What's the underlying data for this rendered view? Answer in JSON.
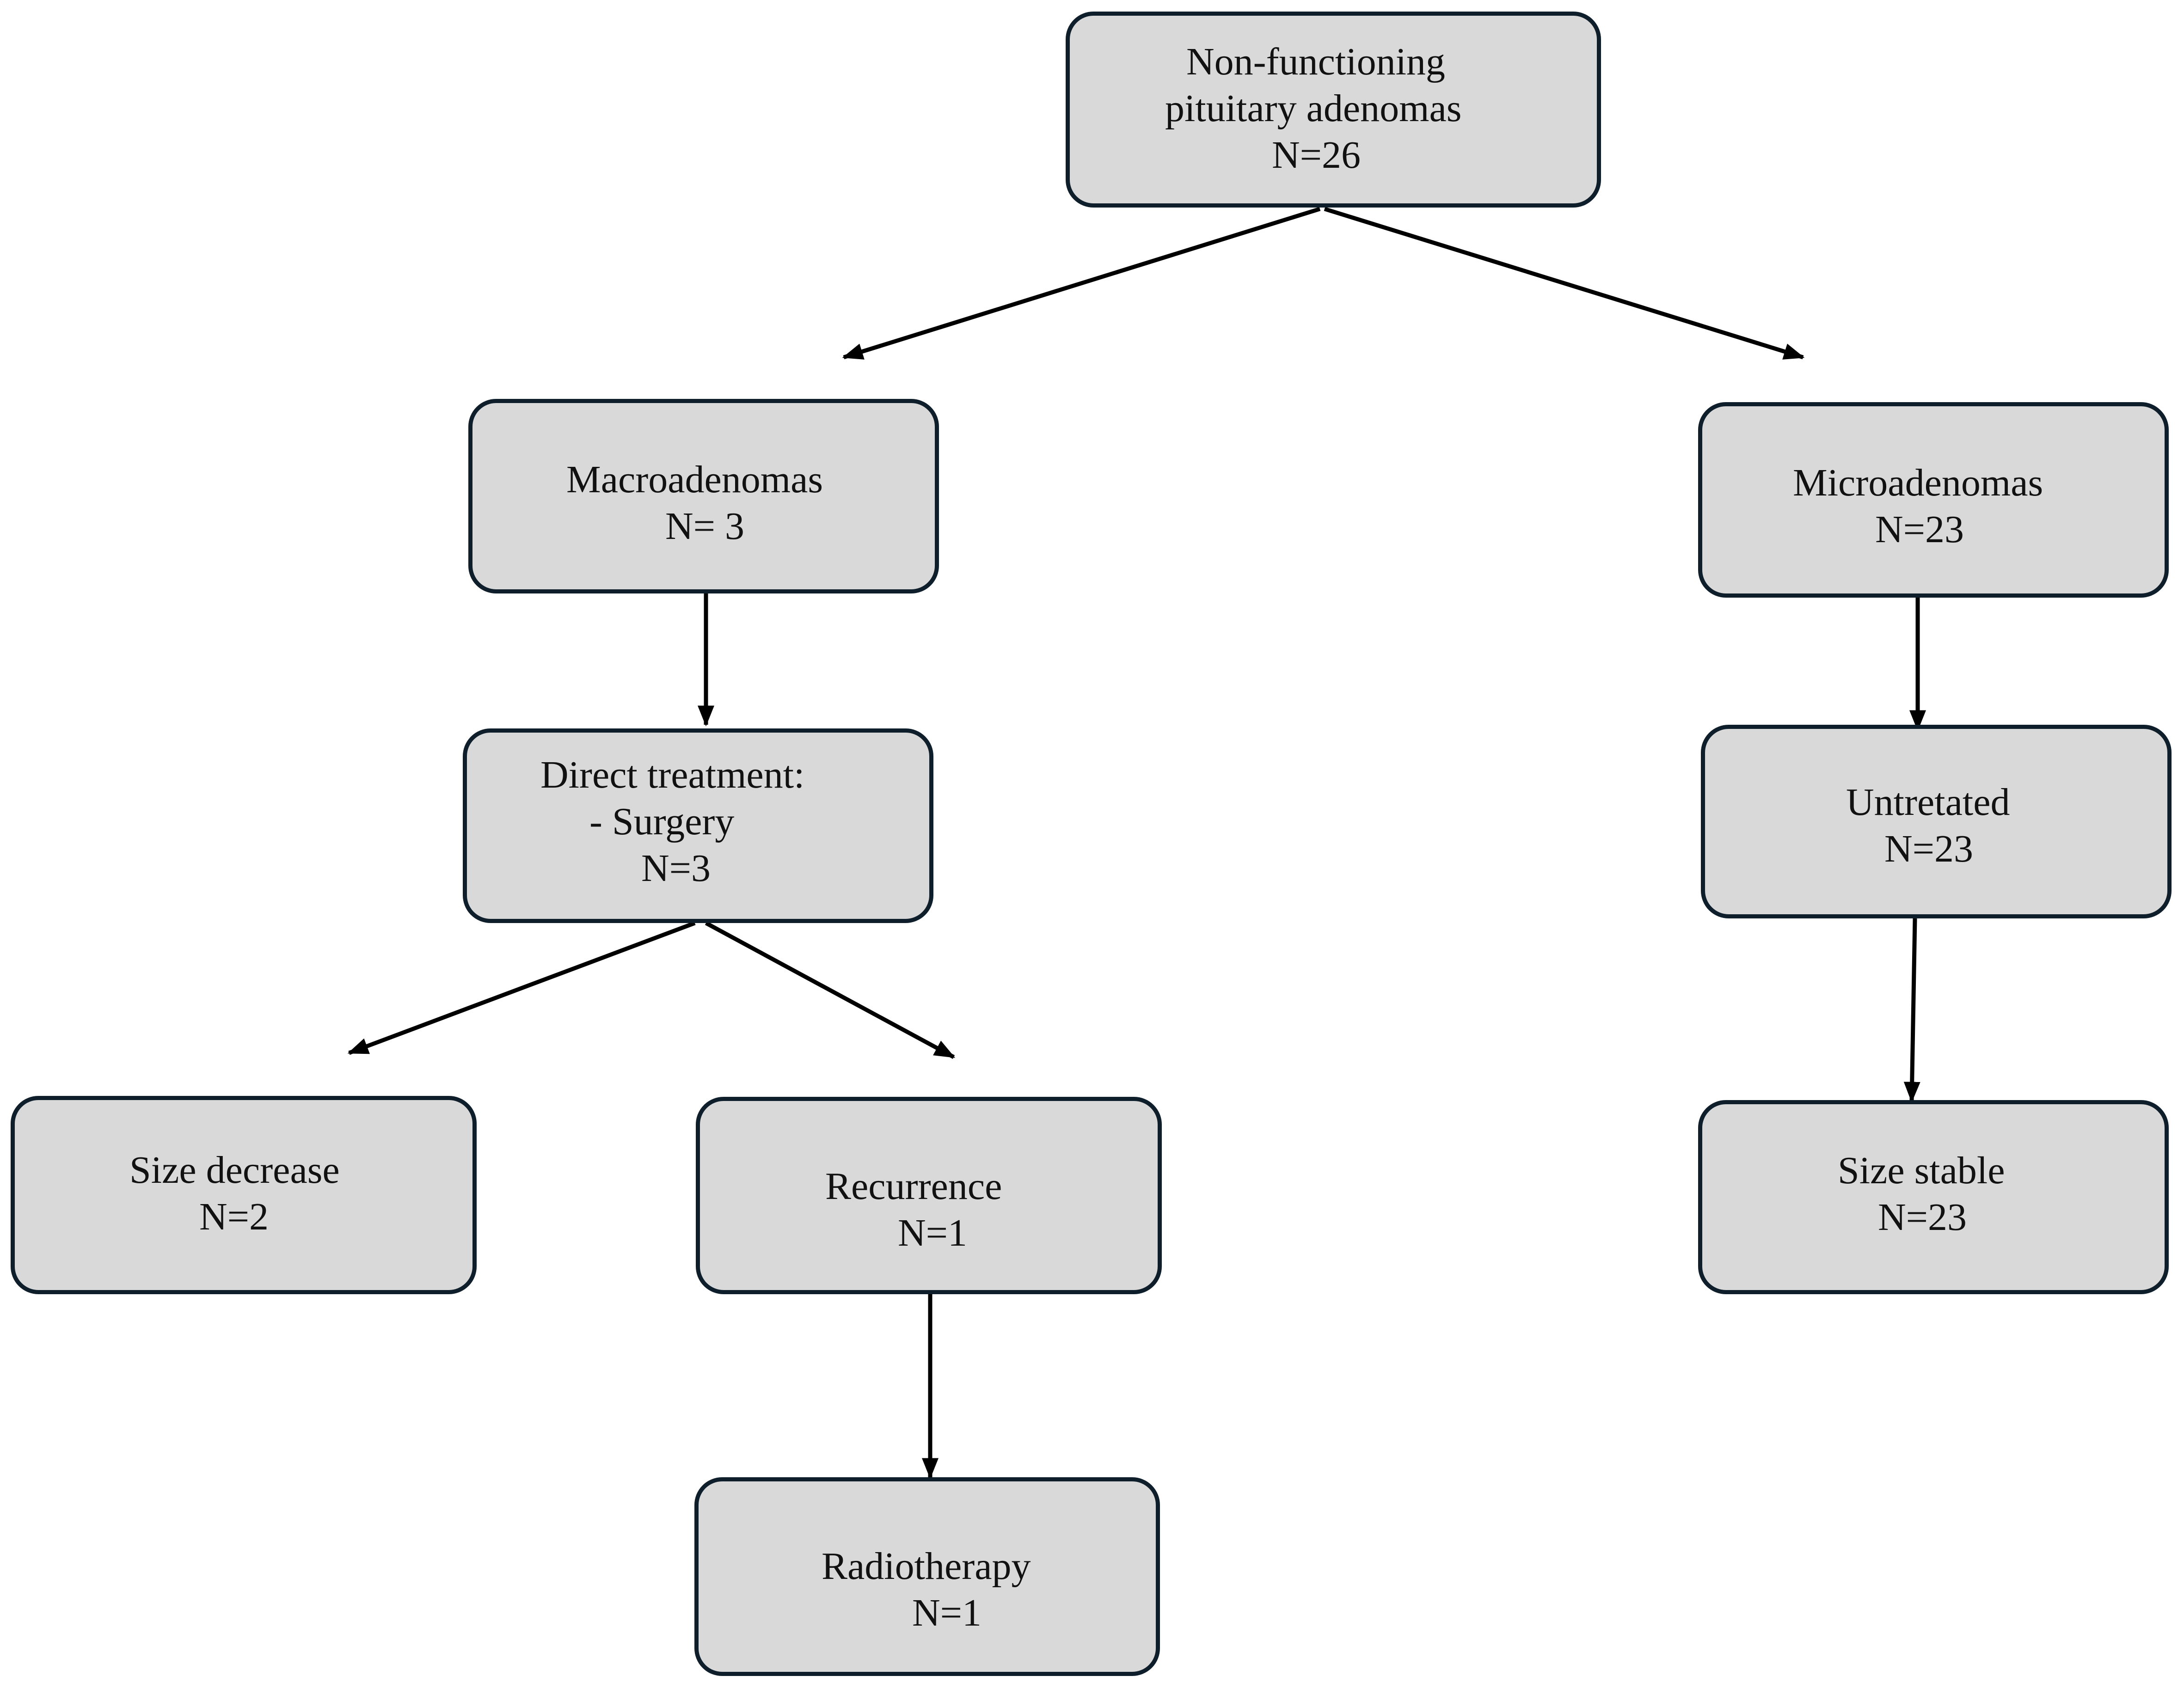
{
  "colors": {
    "box_fill": "#d9d9d9",
    "box_border": "#0e1e2b",
    "arrow": "#000000",
    "text": "#111111"
  },
  "nodes": {
    "root": {
      "lines": [
        "Non-functioning",
        "pituitary adenomas",
        "N=26"
      ]
    },
    "macro": {
      "lines": [
        "Macroadenomas",
        "N= 3"
      ]
    },
    "micro": {
      "lines": [
        "Microadenomas",
        "N=23"
      ]
    },
    "direct": {
      "lines": [
        "Direct treatment:",
        "- Surgery",
        "N=3"
      ]
    },
    "untreated": {
      "lines": [
        "Untretated",
        "N=23"
      ]
    },
    "size_decrease": {
      "lines": [
        "Size decrease",
        "N=2"
      ]
    },
    "recurrence": {
      "lines": [
        "Recurrence",
        "N=1"
      ]
    },
    "size_stable": {
      "lines": [
        "Size stable",
        "N=23"
      ]
    },
    "radiotherapy": {
      "lines": [
        "Radiotherapy",
        "N=1"
      ]
    }
  }
}
